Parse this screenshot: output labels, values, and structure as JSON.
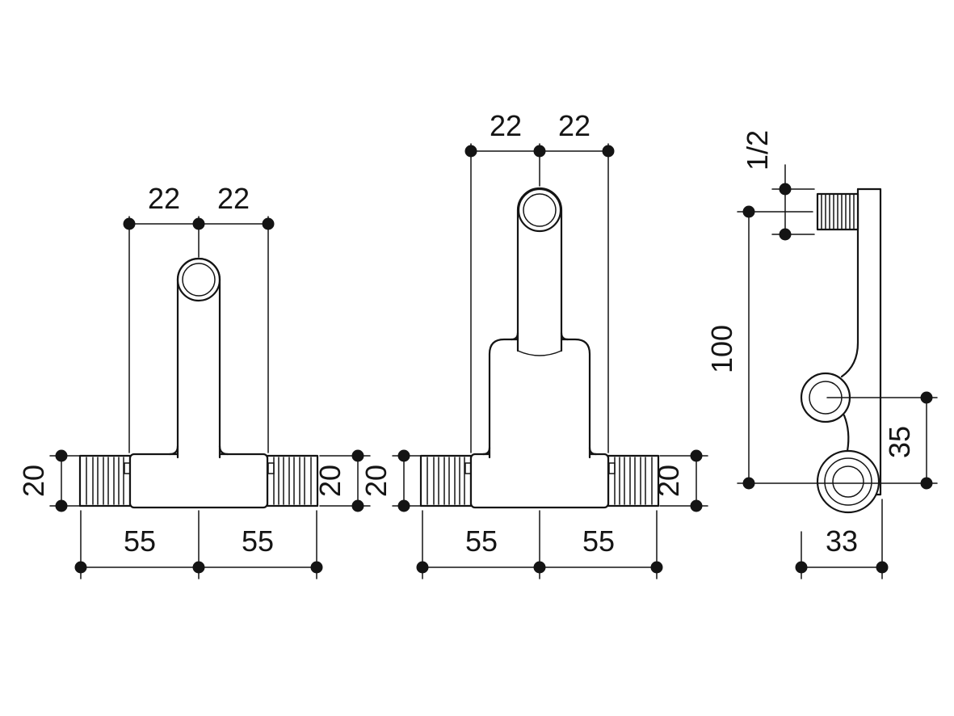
{
  "colors": {
    "line": "#141414",
    "background": "#ffffff"
  },
  "views": {
    "left": {
      "top_left": "22",
      "top_right": "22",
      "height_left": "20",
      "height_right": "20",
      "bottom_left": "55",
      "bottom_right": "55"
    },
    "middle": {
      "top_left": "22",
      "top_right": "22",
      "height_left": "20",
      "height_right": "20",
      "bottom_left": "55",
      "bottom_right": "55"
    },
    "side": {
      "thread_size": "1/2",
      "height": "100",
      "outlet_offset": "35",
      "depth": "33"
    }
  }
}
